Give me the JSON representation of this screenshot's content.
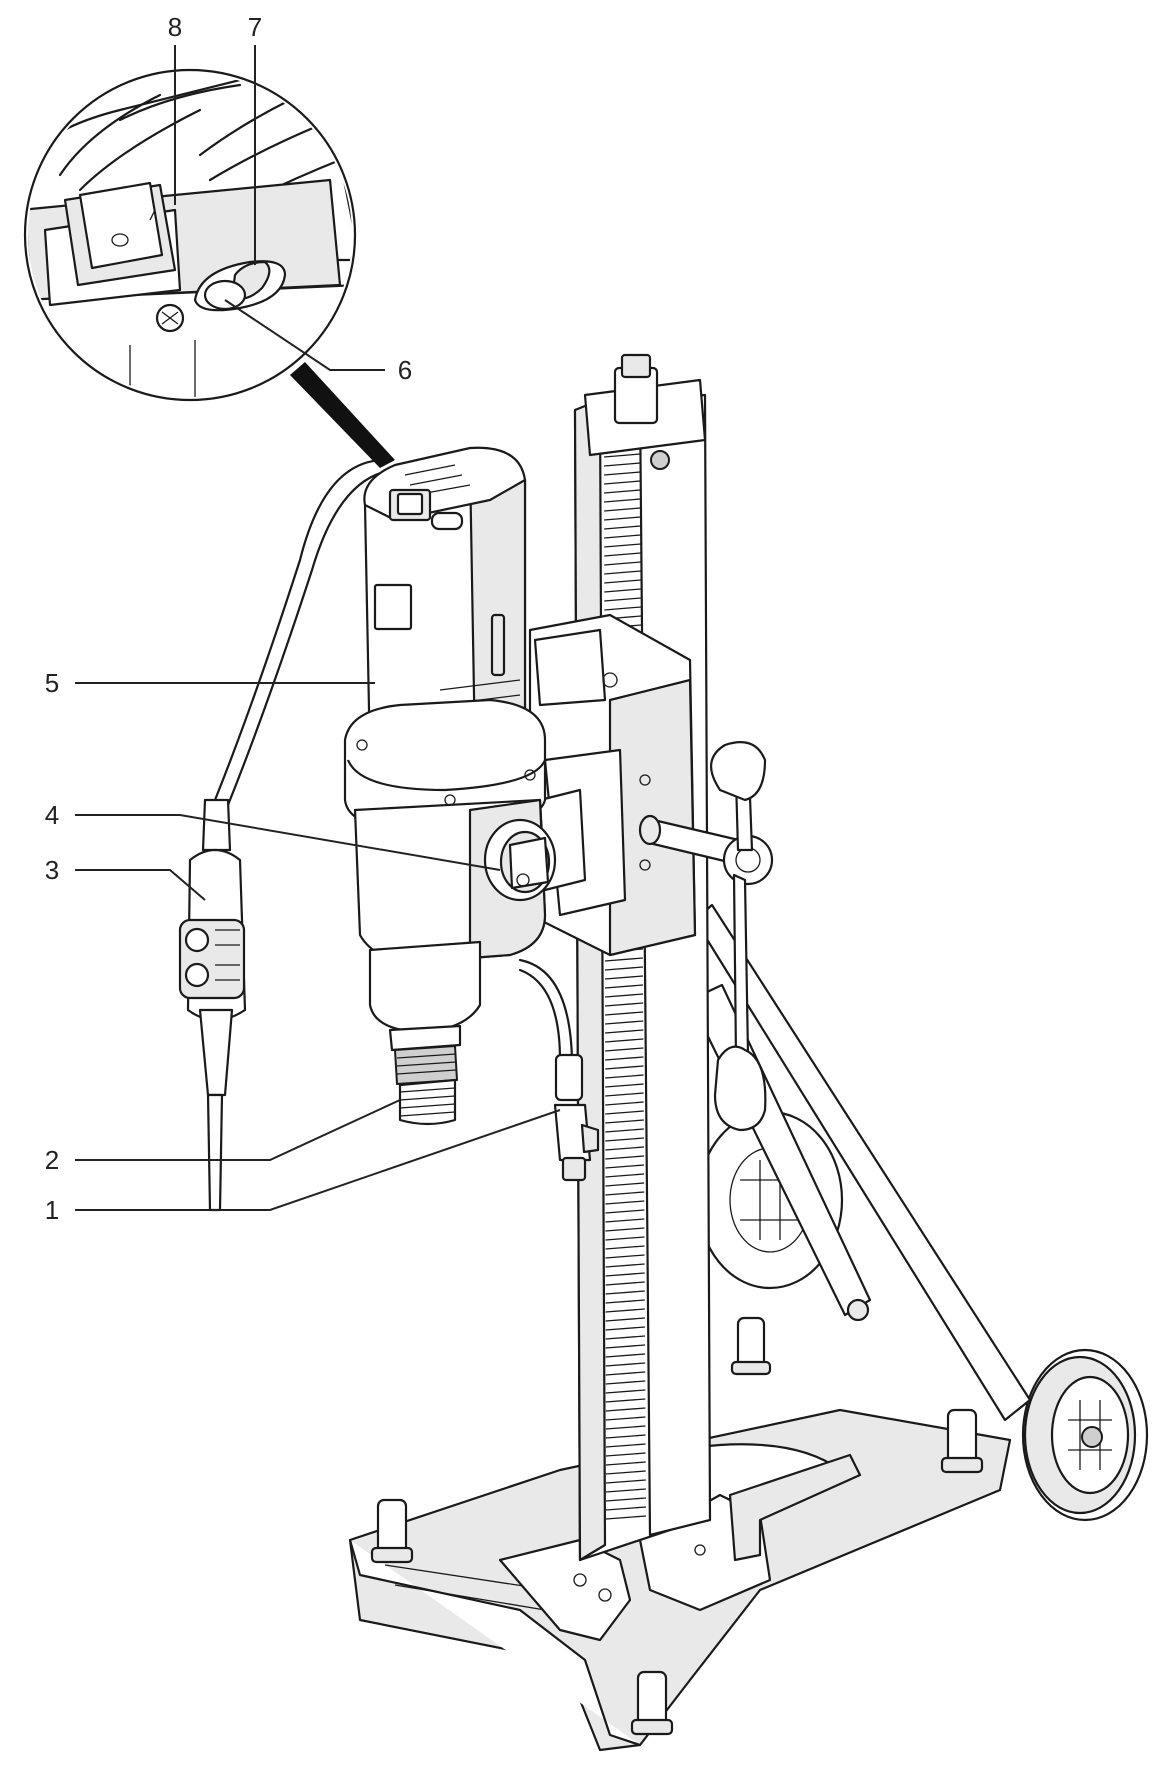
{
  "callouts": [
    {
      "id": "1",
      "label": "1"
    },
    {
      "id": "2",
      "label": "2"
    },
    {
      "id": "3",
      "label": "3"
    },
    {
      "id": "4",
      "label": "4"
    },
    {
      "id": "5",
      "label": "5"
    },
    {
      "id": "6",
      "label": "6"
    },
    {
      "id": "7",
      "label": "7"
    },
    {
      "id": "8",
      "label": "8"
    }
  ],
  "depicted": {
    "main_object": "core-drill-on-stand-icon",
    "detail_view": "switch-detail-magnifier-icon"
  }
}
